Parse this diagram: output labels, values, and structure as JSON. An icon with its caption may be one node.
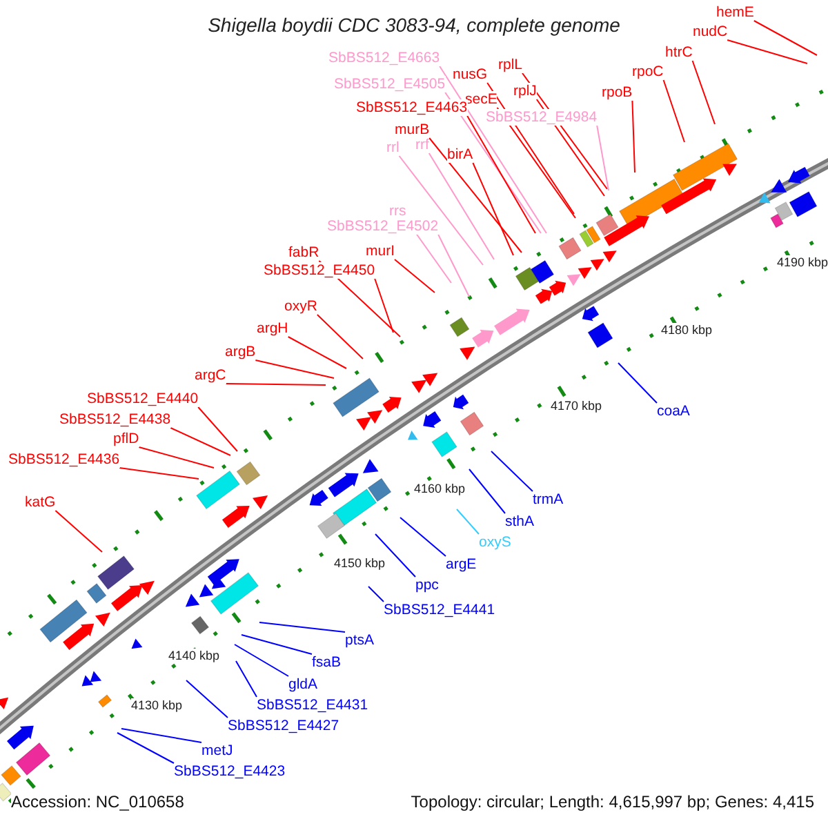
{
  "diagram": {
    "title": "Shigella boydii CDC 3083-94, complete genome",
    "nodes": [
      {
        "text": [
          "hemE"
        ]
      },
      {
        "text": [
          "nudC"
        ]
      },
      {
        "text": [
          "htrC"
        ]
      },
      {
        "text": [
          "SbBS512_E4663"
        ]
      },
      {
        "text": [
          "rplL"
        ]
      },
      {
        "text": [
          "rpoC"
        ]
      },
      {
        "text": [
          "nusG"
        ]
      },
      {
        "text": [
          "SbBS512_E4505"
        ]
      },
      {
        "text": [
          "rplJ"
        ]
      },
      {
        "text": [
          "rpoB"
        ]
      },
      {
        "text": [
          "secE"
        ]
      },
      {
        "text": [
          "SbBS512_E4463"
        ]
      },
      {
        "text": [
          "SbBS512_E4984"
        ]
      },
      {
        "text": [
          "murB"
        ]
      },
      {
        "text": [
          "rrf"
        ]
      },
      {
        "text": [
          "rrl"
        ]
      },
      {
        "text": [
          "birA"
        ]
      },
      {
        "text": [
          "rrs"
        ]
      },
      {
        "text": [
          "SbBS512_E4502"
        ]
      },
      {
        "text": [
          "fabR"
        ]
      },
      {
        "text": [
          "murI"
        ]
      },
      {
        "text": [
          "SbBS512_E4450"
        ]
      },
      {
        "text": [
          "oxyR"
        ]
      },
      {
        "text": [
          "argH"
        ]
      },
      {
        "text": [
          "argB"
        ]
      },
      {
        "text": [
          "argC"
        ]
      },
      {
        "text": [
          "SbBS512_E4440"
        ]
      },
      {
        "text": [
          "SbBS512_E4438"
        ]
      },
      {
        "text": [
          "pflD"
        ]
      },
      {
        "text": [
          "SbBS512_E4436"
        ]
      },
      {
        "text": [
          "coaA"
        ]
      },
      {
        "text": [
          "trmA"
        ]
      },
      {
        "text": [
          "katG"
        ]
      },
      {
        "text": [
          "sthA"
        ]
      },
      {
        "text": [
          "oxyS"
        ]
      },
      {
        "text": [
          "argE"
        ]
      },
      {
        "text": [
          "ppc"
        ]
      },
      {
        "text": [
          "SbBS512_E4441"
        ]
      },
      {
        "text": [
          "ptsA"
        ]
      },
      {
        "text": [
          "fsaB"
        ]
      },
      {
        "text": [
          "gldA"
        ]
      },
      {
        "text": [
          "SbBS512_E4431"
        ]
      },
      {
        "text": [
          "SbBS512_E4427"
        ]
      },
      {
        "text": [
          "metJ"
        ]
      },
      {
        "text": [
          "SbBS512_E4423"
        ]
      }
    ],
    "edges": [
      {
        "from": 0,
        "to": null,
        "arrow": "none"
      },
      {
        "from": 1,
        "to": null,
        "arrow": "none"
      },
      {
        "from": 2,
        "to": null,
        "arrow": "none"
      },
      {
        "from": 3,
        "to": null,
        "arrow": "none",
        "color": "#ff99cc"
      },
      {
        "from": 4,
        "to": null,
        "arrow": "none"
      },
      {
        "from": 5,
        "to": null,
        "arrow": "none"
      },
      {
        "from": 6,
        "to": null,
        "arrow": "none"
      },
      {
        "from": 7,
        "to": null,
        "arrow": "none",
        "color": "#ff99cc"
      },
      {
        "from": 8,
        "to": null,
        "arrow": "none"
      },
      {
        "from": 9,
        "to": null,
        "arrow": "none"
      },
      {
        "from": 10,
        "to": null,
        "arrow": "none"
      },
      {
        "from": 11,
        "to": null,
        "arrow": "none"
      },
      {
        "from": 12,
        "to": null,
        "arrow": "none",
        "color": "#ff99cc"
      },
      {
        "from": 13,
        "to": null,
        "arrow": "none"
      },
      {
        "from": 14,
        "to": null,
        "arrow": "none",
        "color": "#ff99cc"
      },
      {
        "from": 15,
        "to": null,
        "arrow": "none",
        "color": "#ff99cc"
      },
      {
        "from": 16,
        "to": null,
        "arrow": "none"
      },
      {
        "from": 17,
        "to": null,
        "arrow": "none",
        "color": "#ff99cc"
      },
      {
        "from": 18,
        "to": null,
        "arrow": "none",
        "color": "#ff99cc"
      },
      {
        "from": 19,
        "to": null,
        "arrow": "none"
      },
      {
        "from": 20,
        "to": null,
        "arrow": "none"
      },
      {
        "from": 21,
        "to": null,
        "arrow": "none"
      },
      {
        "from": 22,
        "to": null,
        "arrow": "none"
      },
      {
        "from": 23,
        "to": null,
        "arrow": "none"
      },
      {
        "from": 24,
        "to": null,
        "arrow": "none"
      },
      {
        "from": 25,
        "to": null,
        "arrow": "none"
      },
      {
        "from": 26,
        "to": null,
        "arrow": "none"
      },
      {
        "from": 27,
        "to": null,
        "arrow": "none"
      },
      {
        "from": 28,
        "to": null,
        "arrow": "none"
      },
      {
        "from": 29,
        "to": null,
        "arrow": "none"
      },
      {
        "from": 30,
        "to": null,
        "arrow": "none",
        "color": "#0000ff"
      },
      {
        "from": 31,
        "to": null,
        "arrow": "none",
        "color": "#0000ff"
      },
      {
        "from": 32,
        "to": null,
        "arrow": "none"
      },
      {
        "from": 33,
        "to": null,
        "arrow": "none",
        "color": "#0000ff"
      },
      {
        "from": 34,
        "to": null,
        "arrow": "none",
        "color": "#33ccff"
      },
      {
        "from": 35,
        "to": null,
        "arrow": "none",
        "color": "#0000ff"
      },
      {
        "from": 36,
        "to": null,
        "arrow": "none",
        "color": "#0000ff"
      },
      {
        "from": 37,
        "to": null,
        "arrow": "none",
        "color": "#0000ff"
      },
      {
        "from": 38,
        "to": null,
        "arrow": "none",
        "color": "#0000ff"
      },
      {
        "from": 39,
        "to": null,
        "arrow": "none",
        "color": "#0000ff"
      },
      {
        "from": 40,
        "to": null,
        "arrow": "none",
        "color": "#0000ff"
      },
      {
        "from": 41,
        "to": null,
        "arrow": "none",
        "color": "#0000ff"
      },
      {
        "from": 42,
        "to": null,
        "arrow": "none",
        "color": "#0000ff"
      },
      {
        "from": 43,
        "to": null,
        "arrow": "none",
        "color": "#0000ff"
      },
      {
        "from": 44,
        "to": null,
        "arrow": "none",
        "color": "#0000ff"
      }
    ],
    "labels": [
      "4190 kbp",
      "4180 kbp",
      "4170 kbp",
      "4160 kbp",
      "4150 kbp",
      "4140 kbp",
      "4130 kbp",
      "Accession: NC_010658",
      "Topology: circular; Length: 4,615,997 bp; Genes: 4,415"
    ]
  }
}
